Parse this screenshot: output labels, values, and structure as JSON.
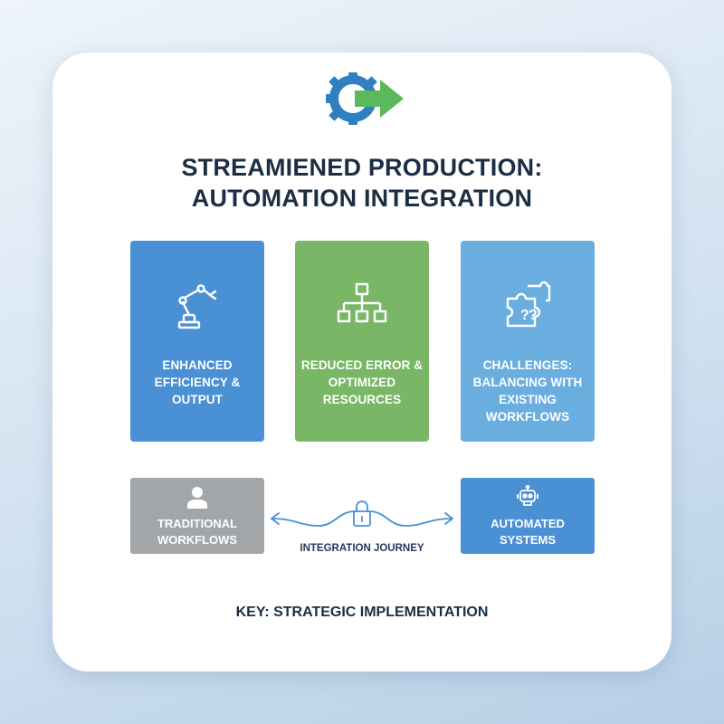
{
  "header": {
    "icon": "gear-arrow-icon",
    "title_line1": "STREAMIENED PRODUCTION:",
    "title_line2": "AUTOMATION INTEGRATION"
  },
  "tiles": [
    {
      "label": "ENHANCED EFFICIENCY & OUTPUT",
      "icon": "robotic-arm-icon",
      "color": "#4a90d4"
    },
    {
      "label": "Reduced Error & Optimized Resources",
      "icon": "hierarchy-icon",
      "color": "#79b766"
    },
    {
      "label": "CHALLENGES: BALANCING WITH EXISTING WORKFLOWS",
      "icon": "puzzle-question-icon",
      "color": "#6aaee0"
    }
  ],
  "journey": {
    "left": {
      "label": "TRADITIONAL WORKFLOWS",
      "icon": "person-icon",
      "color": "#a3a6a9"
    },
    "right": {
      "label": "AUTOMATED SYSTEMS",
      "icon": "robot-icon",
      "color": "#4a90d4"
    },
    "connector_label": "INTEGRATION JOURNEY",
    "connector_icon": "lock-icon"
  },
  "footer": {
    "key": "KEY: STRATEGIC IMPLEMENTATION"
  }
}
